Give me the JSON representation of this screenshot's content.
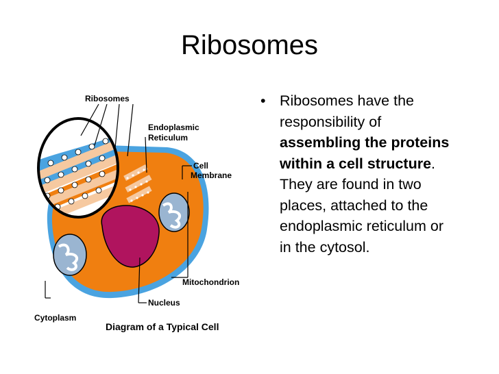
{
  "slide": {
    "title": "Ribosomes",
    "bullet_parts": [
      "Ribosomes have the responsibility of ",
      "assembling the proteins within a cell structure",
      ". They are found in two places, attached to the endoplasmic reticulum or in the cytosol."
    ]
  },
  "figure": {
    "caption": "Diagram of a Typical Cell",
    "labels": {
      "ribosomes": "Ribosomes",
      "er_line1": "Endoplasmic",
      "er_line2": "Reticulum",
      "membrane_line1": "Cell",
      "membrane_line2": "Membrane",
      "mitochondrion": "Mitochondrion",
      "nucleus": "Nucleus",
      "cytoplasm": "Cytoplasm"
    },
    "colors": {
      "cytoplasm": "#f07f10",
      "membrane": "#4aa3e0",
      "nucleus": "#b0145e",
      "mitochondria": "#9ab5d1",
      "er": "#f6c9a0"
    }
  }
}
